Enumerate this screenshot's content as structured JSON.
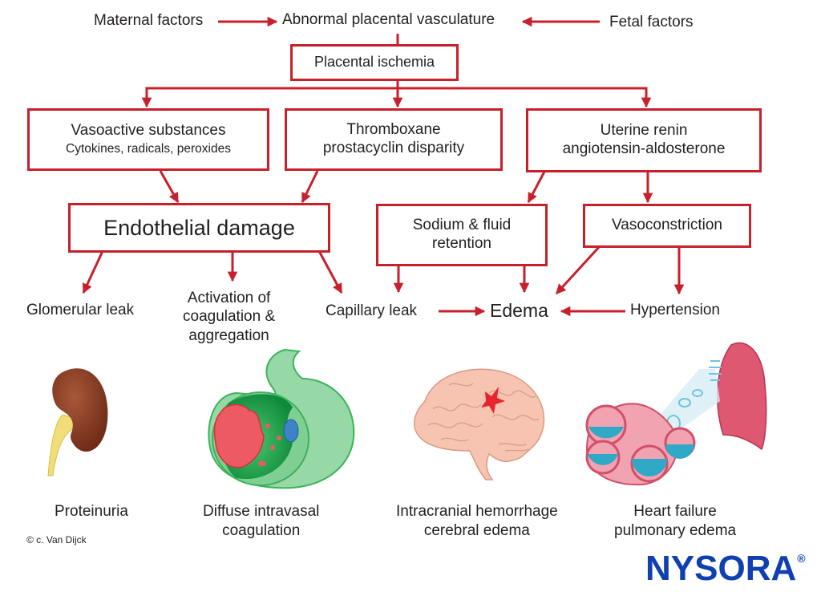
{
  "top_row": {
    "left": "Maternal factors",
    "center": "Abnormal placental vasculature",
    "right": "Fetal factors"
  },
  "boxes": {
    "placental_ischemia": [
      "Placental ischemia"
    ],
    "vasoactive": [
      "Vasoactive substances",
      "Cytokines, radicals, peroxides"
    ],
    "thromboxane": [
      "Thromboxane",
      "prostacyclin disparity"
    ],
    "renin": [
      "Uterine renin",
      "angiotensin-aldosterone"
    ],
    "endothelial": [
      "Endothelial damage"
    ],
    "sodium": [
      "Sodium & fluid",
      "retention"
    ],
    "vasoconstriction": [
      "Vasoconstriction"
    ]
  },
  "outcomes": {
    "glomerular": "Glomerular leak",
    "activation": [
      "Activation of",
      "coagulation &",
      "aggregation"
    ],
    "capillary": "Capillary leak",
    "edema": "Edema",
    "hypertension": "Hypertension"
  },
  "illustrations": [
    {
      "icon": "kidney-icon",
      "caption": [
        "Proteinuria"
      ]
    },
    {
      "icon": "blood-vessel-clot-icon",
      "caption": [
        "Diffuse intravasal",
        "coagulation"
      ]
    },
    {
      "icon": "brain-hemorrhage-icon",
      "caption": [
        "Intracranial hemorrhage",
        "cerebral edema"
      ]
    },
    {
      "icon": "lung-alveoli-icon",
      "caption": [
        "Heart failure",
        "pulmonary edema"
      ]
    }
  ],
  "copyright": "© c. Van Dijck",
  "logo": {
    "text": "NYSORA",
    "mark": "®"
  },
  "colors": {
    "arrow": "#c8202b",
    "box_border": "#c8202b",
    "logo": "#0f3fb0",
    "text": "#231f20"
  }
}
